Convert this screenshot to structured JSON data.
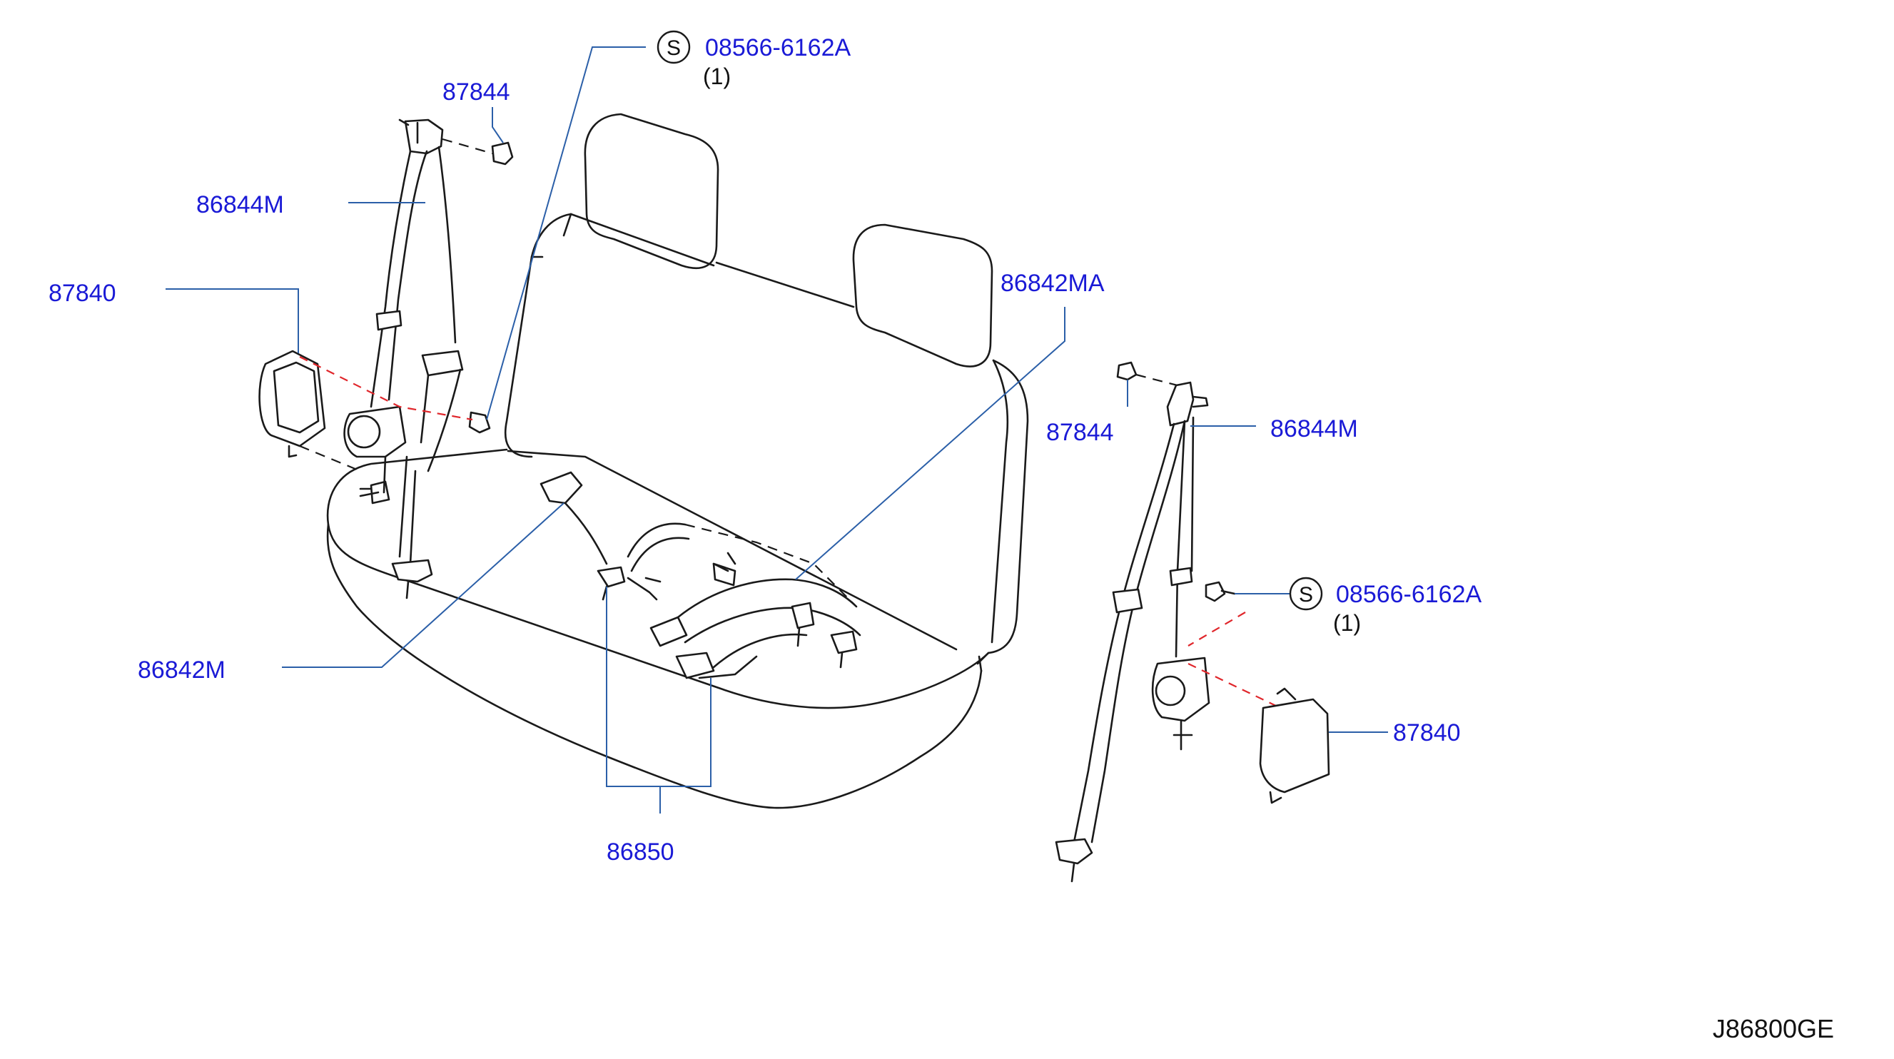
{
  "diagram": {
    "code": "J86800GE",
    "callouts": {
      "screw_top": {
        "symbol": "S",
        "part": "08566-6162A",
        "qty": "(1)"
      },
      "screw_right": {
        "symbol": "S",
        "part": "08566-6162A",
        "qty": "(1)"
      },
      "anchor_cover_left": "87844",
      "belt_left": "86844M",
      "retractor_cover_left": "87840",
      "buckle_center": "86842MA",
      "anchor_cover_right": "87844",
      "belt_right": "86844M",
      "retractor_cover_right": "87840",
      "buckle_left": "86842M",
      "buckle_assembly": "86850"
    }
  }
}
